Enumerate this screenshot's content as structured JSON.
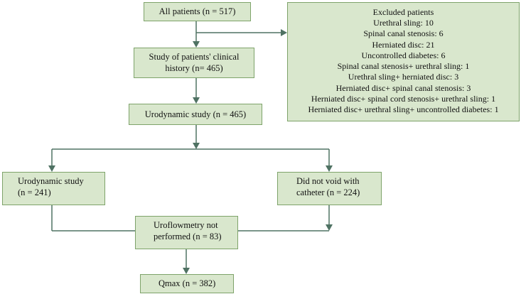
{
  "nodes": {
    "all_patients": [
      "All patients (n = 517)"
    ],
    "clinical_history": [
      "Study of patients' clinical",
      "history (n= 465)"
    ],
    "urodynamic_study_top": [
      "Urodynamic study (n = 465)"
    ],
    "urodynamic_study_left": [
      "Urodynamic study",
      "(n = 241)"
    ],
    "did_not_void": [
      "Did not void with",
      "catheter (n = 224)"
    ],
    "uroflowmetry": [
      "Uroflowmetry not",
      "performed (n = 83)"
    ],
    "qmax": [
      "Qmax (n = 382)"
    ],
    "excluded": {
      "title": "Excluded patients",
      "lines": [
        "Urethral sling: 10",
        "Spinal canal stenosis: 6",
        "Herniated disc: 21",
        "Uncontrolled diabetes: 6",
        "Spinal canal stenosis+ urethral sling: 1",
        "Urethral sling+ herniated disc: 3",
        "Herniated disc+ spinal canal stenosis: 3",
        "Herniated disc+ spinal cord stenosis+ urethral sling: 1",
        "Herniated disc+ urethral sling+ uncontrolled diabetes: 1"
      ]
    }
  },
  "colors": {
    "box_fill": "#d9e7cd",
    "box_border": "#7ea36a",
    "arrow": "#4f7263"
  }
}
